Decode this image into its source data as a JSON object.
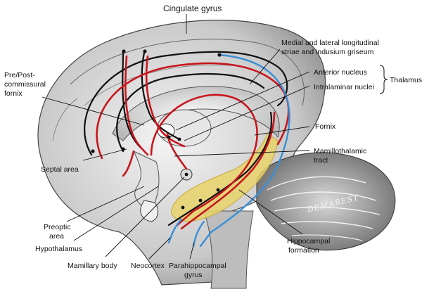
{
  "labels": {
    "cingulate": "Cingulate gyrus",
    "striae_line1": "Medial and lateral longitudinal",
    "striae_line2": "striae and indusium griseum",
    "anterior_nucleus": "Anterior nucleus",
    "intralaminar": "Intralaminar nuclei",
    "thalamus": "Thalamus",
    "fornix_pre_line1": "Pre/Post-",
    "fornix_pre_line2": "commissural",
    "fornix_pre_line3": "fornix",
    "fornix": "Fornix",
    "mamillothalamic_line1": "Mamillothalamic",
    "mamillothalamic_line2": "tract",
    "septal": "Septal area",
    "preoptic_line1": "Preoptic",
    "preoptic_line2": "area",
    "hypothalamus": "Hypothalamus",
    "mamillary": "Mamillary body",
    "neocortex": "Neocortex",
    "parahippocampal_line1": "Parahippocampal",
    "parahippocampal_line2": "gyrus",
    "hippocampal_line1": "Hippocampal",
    "hippocampal_line2": "formation"
  },
  "signature": "DEMAREST",
  "colors": {
    "pathway_red": "#c8161d",
    "pathway_blue": "#3a8fd6",
    "pathway_black": "#111111",
    "hippocampus_yellow": "#e9d36a"
  }
}
